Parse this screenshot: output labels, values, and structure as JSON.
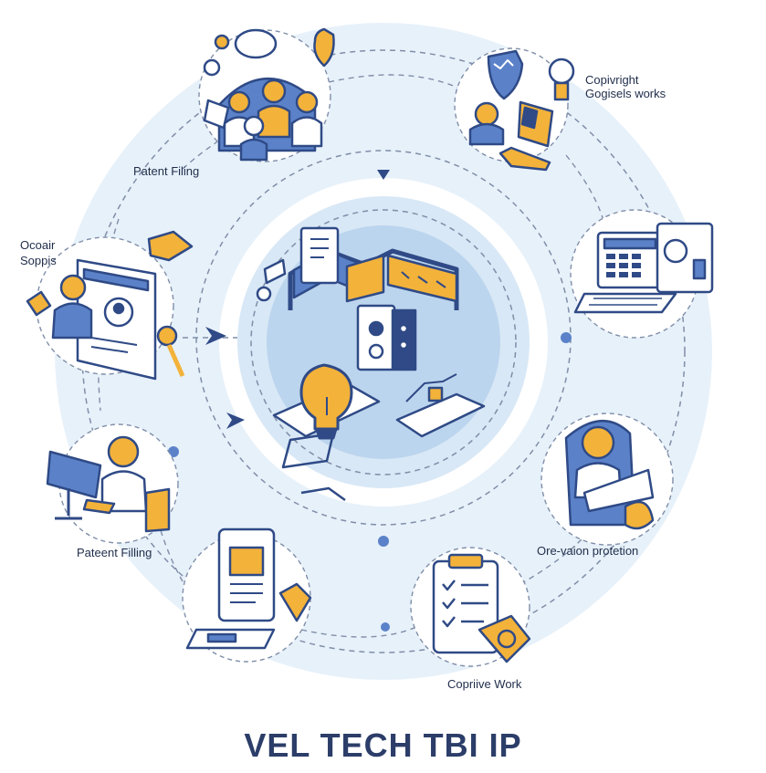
{
  "title": "VEL TECH TBI IP",
  "labels": {
    "copyright_line1": "Copivright",
    "copyright_line2": "Gogisels works",
    "patent_filing_top": "Patent Filing",
    "ocoair_line1": "Ocoair",
    "ocoair_line2": "Soppis",
    "patent_filing_bottom": "Pateent Filling",
    "innovation_protection": "Ore-vaion protetion",
    "creative_work": "Copriive Work"
  },
  "colors": {
    "navy": "#2b3d68",
    "outline": "#2f4a86",
    "blue": "#5b82c9",
    "light_blue": "#cfe2f3",
    "pale_blue": "#e7f1fa",
    "gold": "#f3b23a",
    "white": "#ffffff"
  },
  "icons": [
    "team-brainstorm-icon",
    "copyright-shield-icon",
    "laptop-dashboard-icon",
    "person-with-laptop-icon",
    "checklist-clipboard-icon",
    "tablet-document-icon",
    "person-at-desk-icon",
    "presentation-board-icon",
    "lightbulb-icon",
    "chevron-right-icon",
    "chevron-down-icon"
  ]
}
